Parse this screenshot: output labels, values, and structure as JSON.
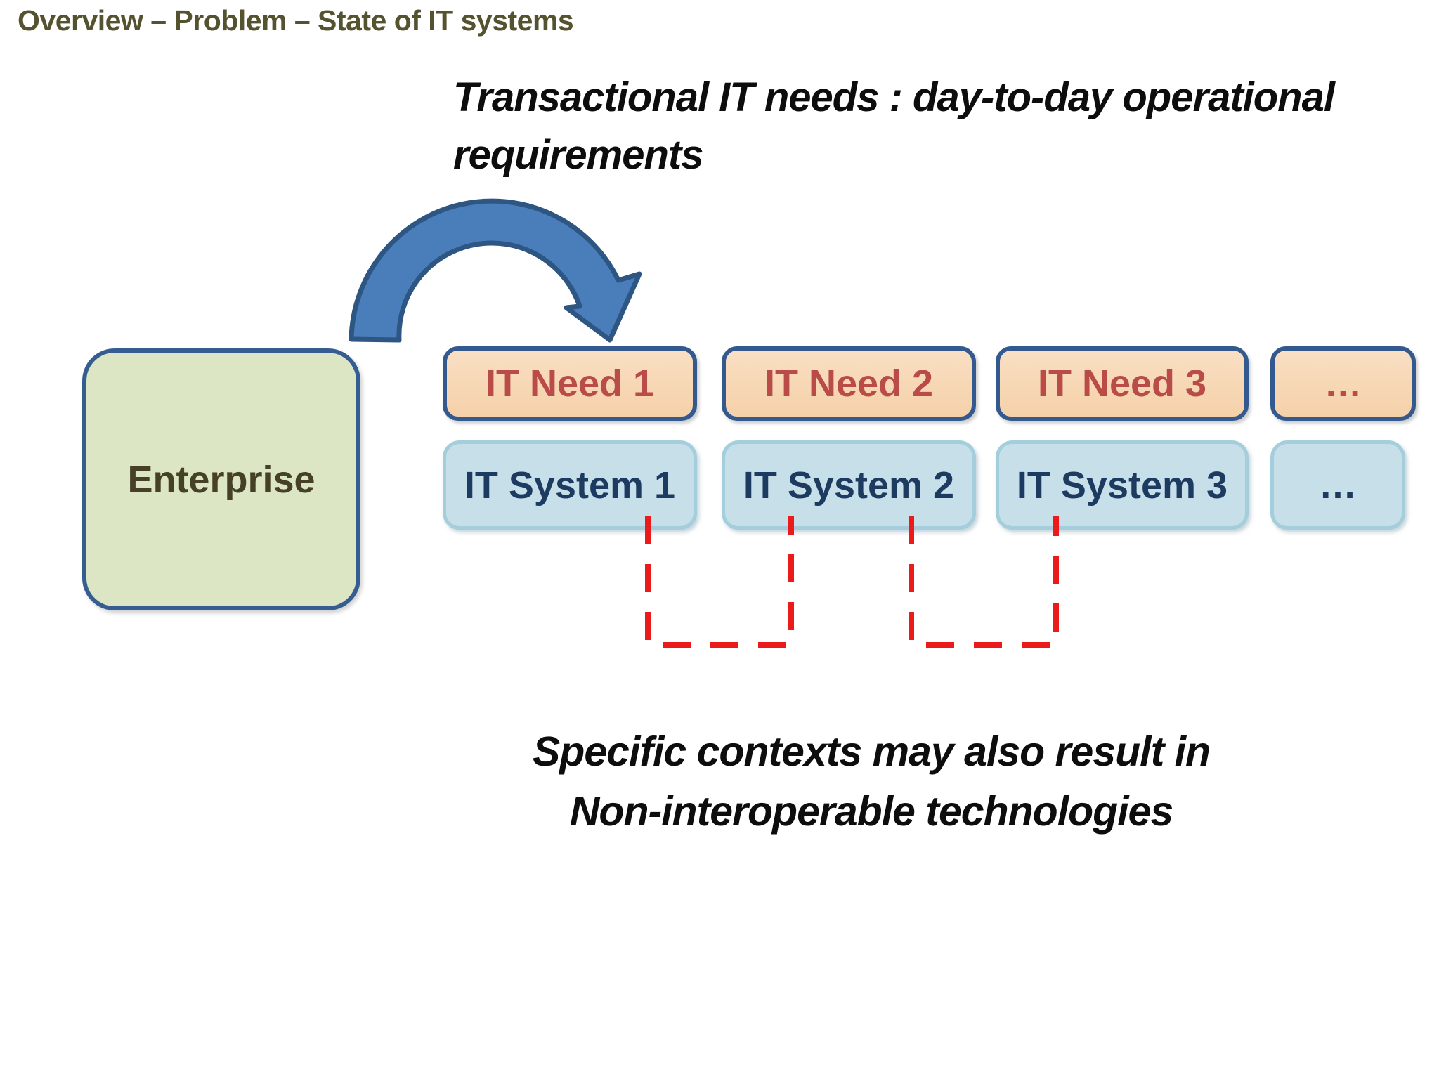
{
  "slide": {
    "title": "Overview – Problem – State of IT systems",
    "heading": "Transactional IT needs : day-to-day operational requirements",
    "bottom_note": {
      "line1": "Specific contexts may also result in",
      "line2": "Non-interoperable technologies"
    }
  },
  "enterprise": {
    "label": "Enterprise"
  },
  "needs": [
    {
      "label": "IT Need 1"
    },
    {
      "label": "IT Need 2"
    },
    {
      "label": "IT Need 3"
    },
    {
      "label": "…"
    }
  ],
  "systems": [
    {
      "label": "IT System 1"
    },
    {
      "label": "IT System 2"
    },
    {
      "label": "IT System 3"
    },
    {
      "label": "…"
    }
  ],
  "icons": {
    "curved_arrow": "blue curved arrow from Enterprise to IT needs",
    "dashed_connectors": "red dashed brackets linking IT System 1–2 and IT System 2–3"
  },
  "colors": {
    "title_text": "#55522f",
    "heading_text": "#0d0d0d",
    "enterprise_fill": "#dce6c5",
    "enterprise_border": "#365d92",
    "enterprise_text": "#454026",
    "need_fill": "#f7d7b4",
    "need_border": "#33598e",
    "need_text": "#b94c48",
    "system_fill": "#c6dfe9",
    "system_border": "#a4cedc",
    "system_text": "#1d3a60",
    "arrow_fill": "#4a7ebb",
    "arrow_stroke": "#2d5683",
    "connector_red": "#ec1b1b"
  }
}
